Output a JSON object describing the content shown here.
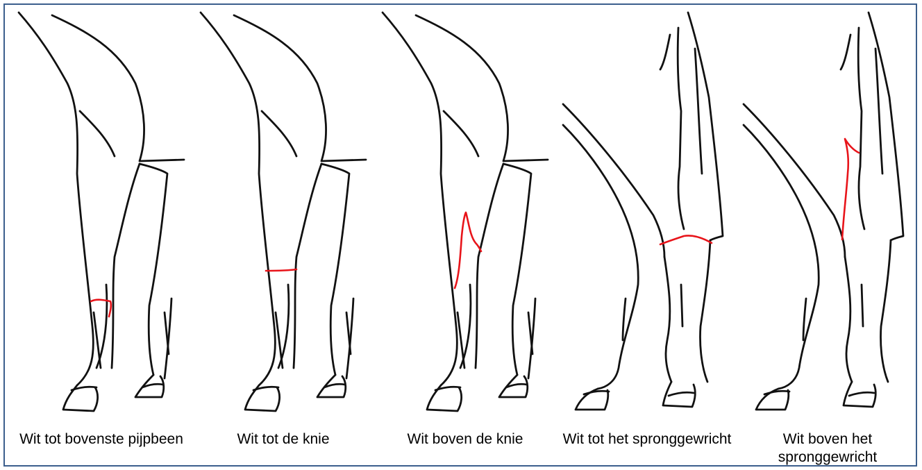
{
  "colors": {
    "marking": "#e8141a",
    "outline": "#111111",
    "frame": "#3b5e8c"
  },
  "panels": [
    {
      "caption": "Wit tot bovenste pijpbeen"
    },
    {
      "caption": "Wit tot de knie"
    },
    {
      "caption": "Wit boven de knie"
    },
    {
      "caption": "Wit tot het spronggewricht"
    },
    {
      "caption": "Wit boven het spronggewricht"
    }
  ]
}
